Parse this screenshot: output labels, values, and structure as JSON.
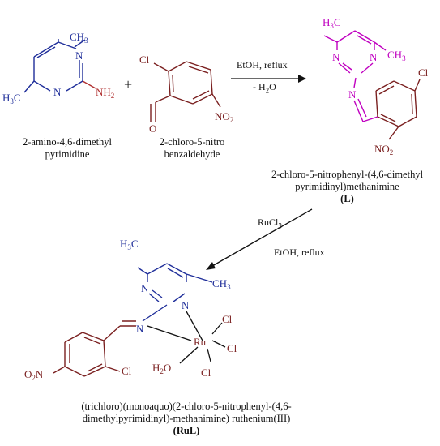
{
  "reactant1": {
    "caption": [
      "2-amino-4,6-dimethyl",
      "pyrimidine"
    ],
    "atoms": {
      "ch3_top": "CH3",
      "ch3_left": "H3C",
      "n1": "N",
      "n2": "N",
      "nh2": "NH2"
    },
    "color": "#1f2e9a"
  },
  "plus": "+",
  "reactant2": {
    "caption": [
      "2-chloro-5-nitro",
      "benzaldehyde"
    ],
    "atoms": {
      "cl": "Cl",
      "o": "O",
      "no2": "NO2"
    },
    "color": "#7a1f1f"
  },
  "reaction1": {
    "conditions_top": "EtOH, reflux",
    "conditions_bottom": "- H2O"
  },
  "ligand": {
    "caption": [
      "2-chloro-5-nitrophenyl-(4,6-dimethyl",
      "pyrimidinyl)methanimine"
    ],
    "label": "(L)",
    "atoms": {
      "ch3_left": "H3C",
      "ch3_right": "CH3",
      "n1": "N",
      "n2": "N",
      "n_imine": "N",
      "cl": "Cl",
      "no2": "NO2"
    },
    "color": "#c000c0"
  },
  "reaction2": {
    "reagent": "RuCl3",
    "conditions": "EtOH, reflux"
  },
  "complex": {
    "caption": [
      "(trichloro)(monoaquo)(2-chloro-5-nitrophenyl-(4,6-",
      "dimethylpyrimidinyl)-methanimine) ruthenium(III)"
    ],
    "label": "(RuL)",
    "atoms": {
      "ch3_top": "H3C",
      "ch3_right": "CH3",
      "n1": "N",
      "n2": "N",
      "n_imine": "N",
      "ru": "Ru",
      "cl1": "Cl",
      "cl2": "Cl",
      "cl3": "Cl",
      "h2o": "H2O",
      "cl_ring": "Cl",
      "no2": "O2N"
    },
    "pyrimidine_color": "#1f2e9a",
    "aryl_color": "#7a1f1f"
  }
}
